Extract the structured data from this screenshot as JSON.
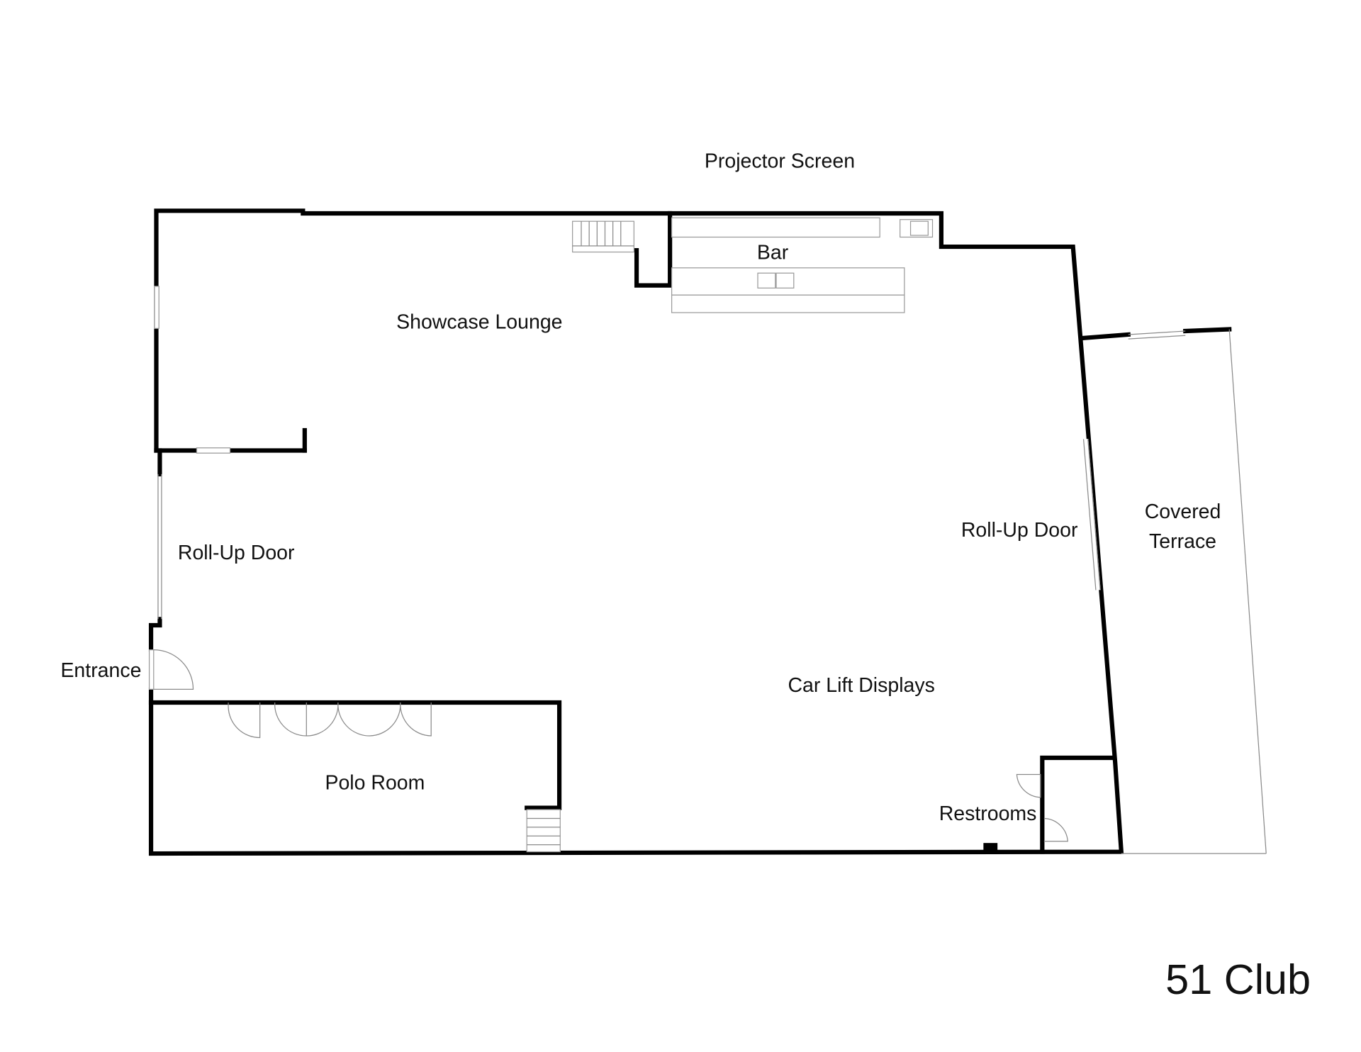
{
  "title": "51 Club",
  "labels": {
    "projector_screen": "Projector Screen",
    "bar": "Bar",
    "showcase_lounge": "Showcase Lounge",
    "roll_up_door_left": "Roll-Up Door",
    "entrance": "Entrance",
    "polo_room": "Polo Room",
    "car_lift_displays": "Car Lift Displays",
    "roll_up_door_right": "Roll-Up Door",
    "covered_terrace_line1": "Covered",
    "covered_terrace_line2": "Terrace",
    "restrooms": "Restrooms"
  },
  "colors": {
    "wall": "#000000",
    "fixture": "#9a9a9a",
    "background": "#ffffff"
  }
}
